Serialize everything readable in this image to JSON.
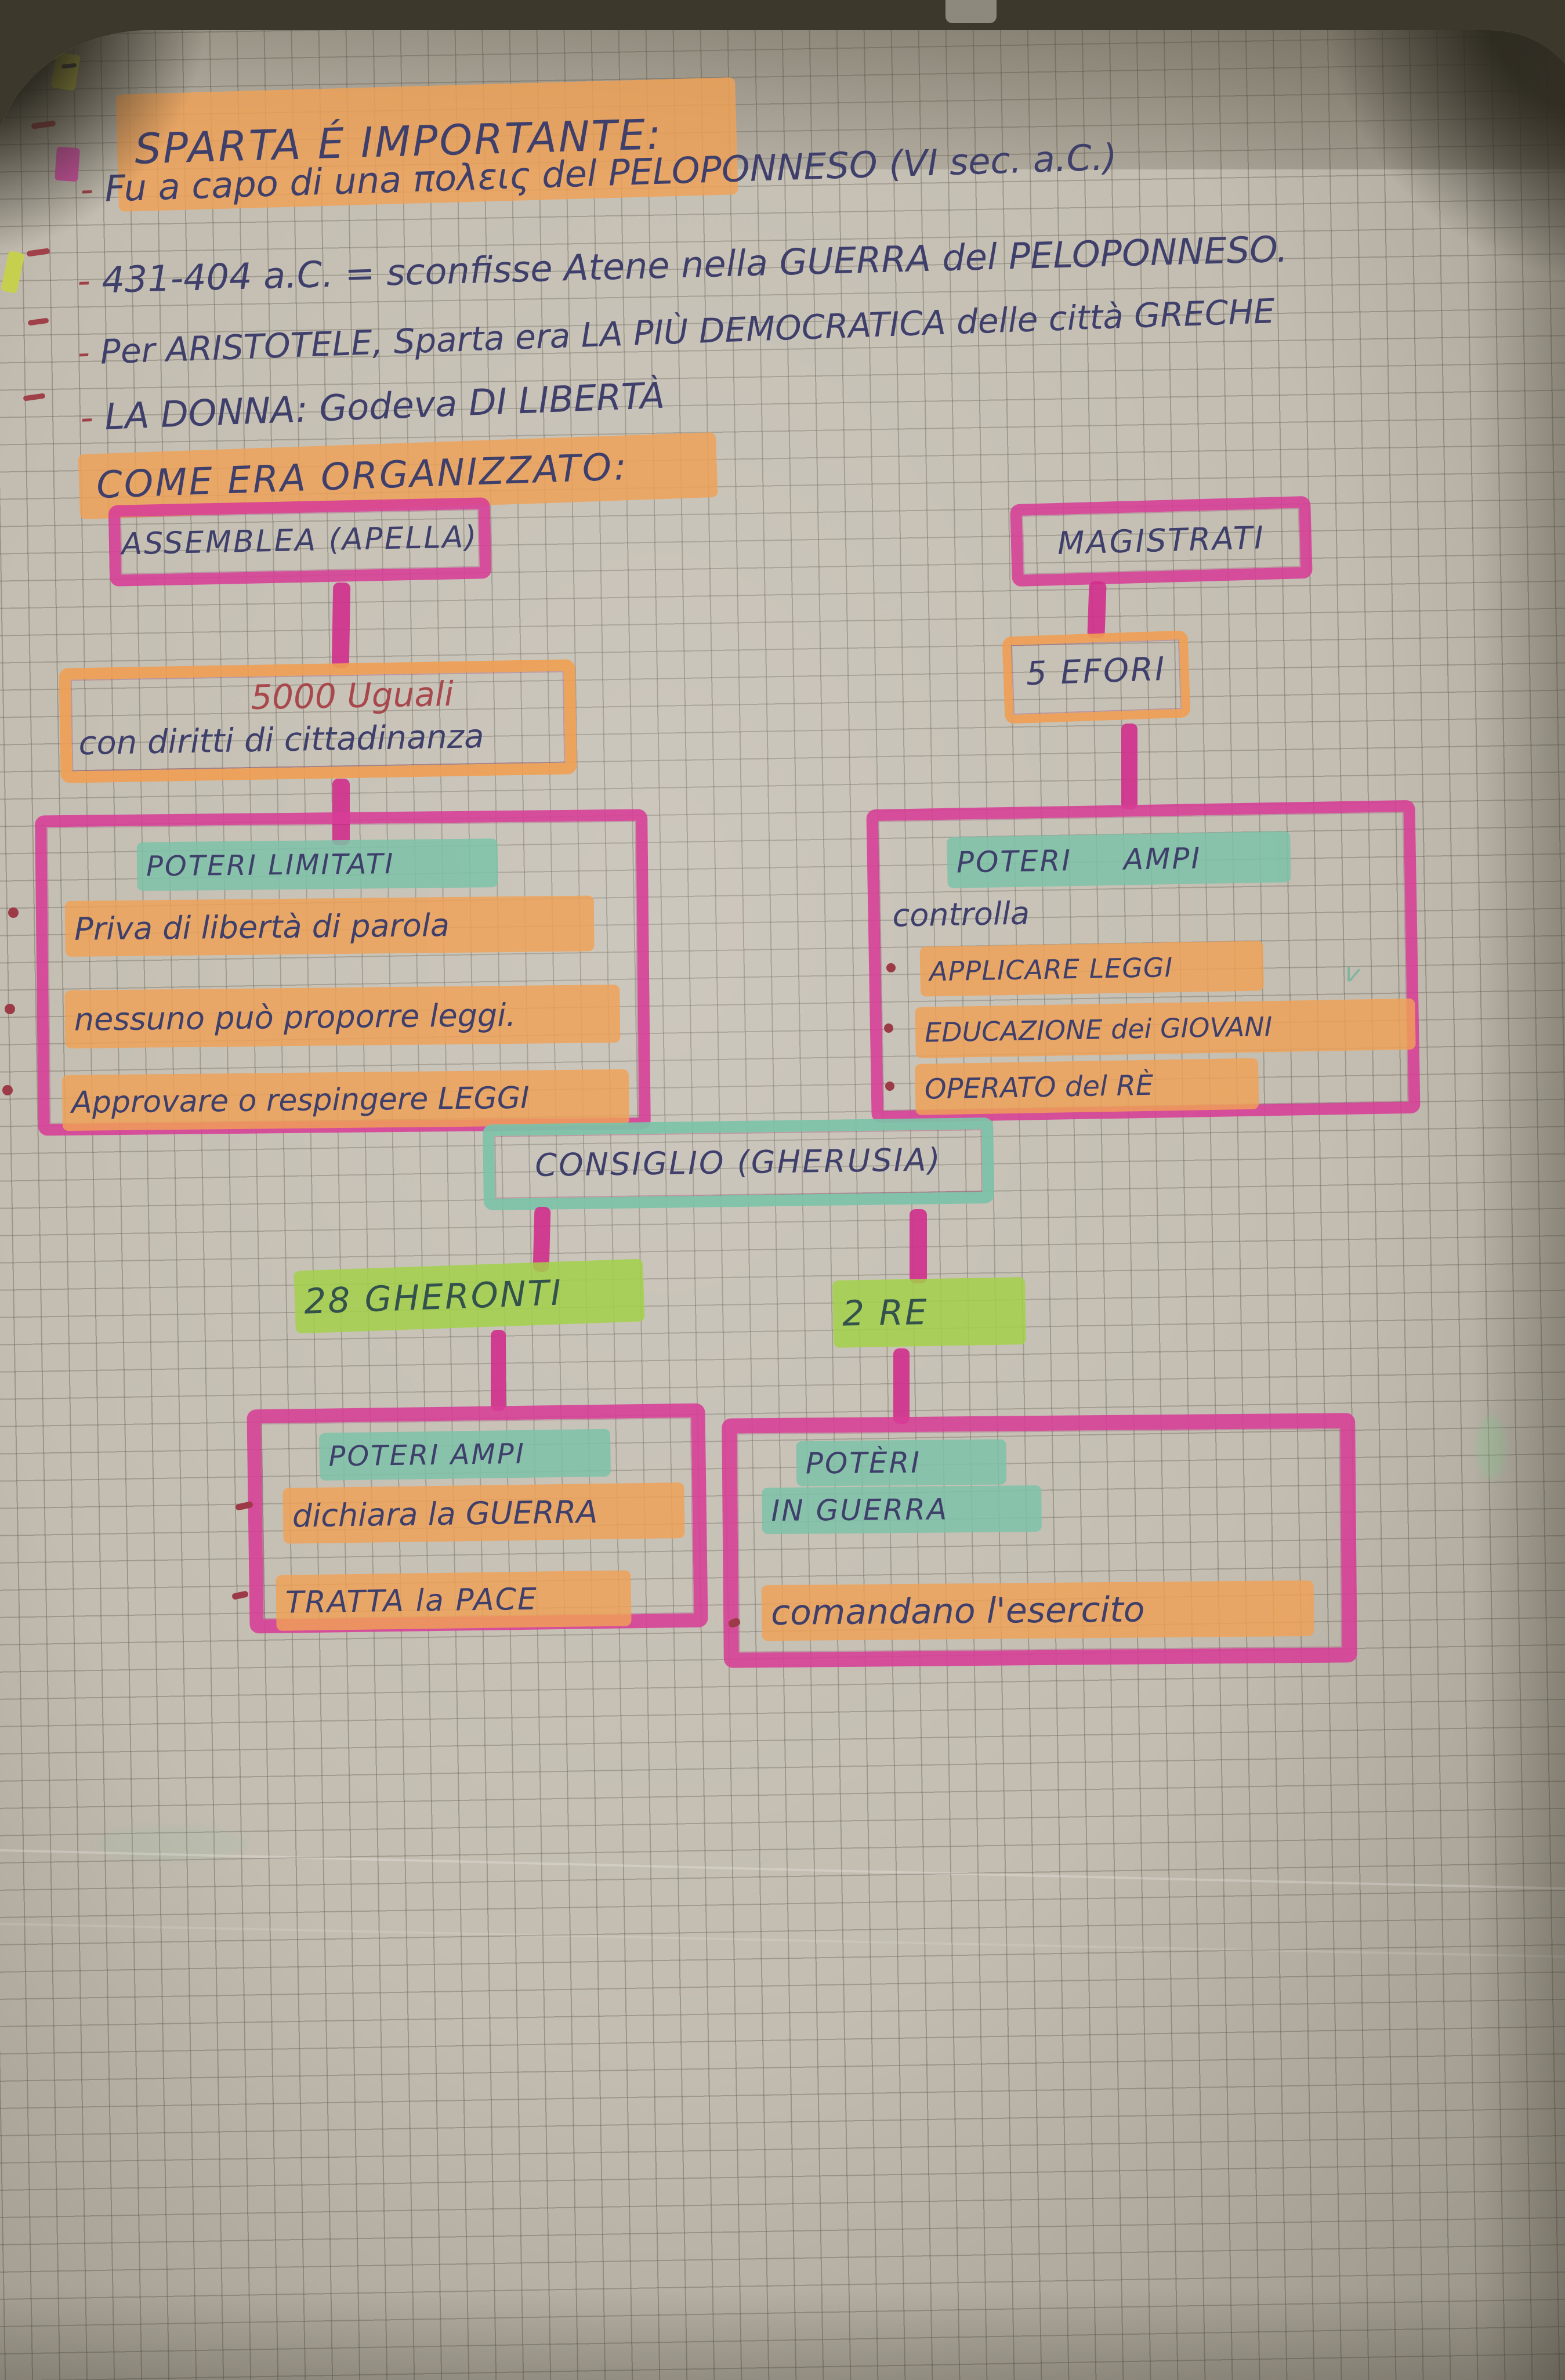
{
  "page": {
    "title": "SPARTA É IMPORTANTE:",
    "dash": "-",
    "bullets": [
      "Fu a capo di una πολεις del PELOPONNESO (VI sec. a.C.)",
      "431-404 a.C. = sconfisse Atene nella GUERRA del PELOPONNESO.",
      "Per ARISTOTELE, Sparta era LA PIÙ DEMOCRATICA delle città GRECHE",
      "LA DONNA: Godeva DI LIBERTÀ"
    ],
    "section_title": "COME ERA ORGANIZZATO:"
  },
  "diagram": {
    "assemblea": {
      "label": "ASSEMBLEA (APELLA)"
    },
    "assemblea_detail": {
      "line1": "5000 Uguali",
      "line2": "con diritti di cittadinanza"
    },
    "assemblea_poteri": {
      "title": "POTERI LIMITATI",
      "items": [
        "Priva di libertà di parola",
        "nessuno può proporre leggi.",
        "Approvare o respingere LEGGI"
      ]
    },
    "magistrati": {
      "label": "MAGISTRATI"
    },
    "efori": {
      "label": "5 EFORI"
    },
    "magistrati_poteri": {
      "title": "POTERI AMPI",
      "intro": "controlla",
      "items": [
        "APPLICARE LEGGI",
        "EDUCAZIONE dei GIOVANI",
        "OPERATO del RÈ"
      ]
    },
    "consiglio": {
      "label": "CONSIGLIO (GHERUSIA)"
    },
    "gheronti": {
      "label": "28 GHERONTI"
    },
    "re": {
      "label": "2 RE"
    },
    "gheronti_poteri": {
      "title": "POTERI AMPI",
      "items": [
        "dichiara la GUERRA",
        "TRATTA la PACE"
      ]
    },
    "re_poteri": {
      "title_line1": "POTÈRI",
      "title_line2": "IN GUERRA",
      "items": [
        "comandano l'esercito"
      ]
    }
  },
  "colors": {
    "pink_marker": "#d73d96",
    "orange_highlight": "#f0a156",
    "teal_highlight": "#7cc2a8",
    "green_highlight": "#a3d14a",
    "ink_blue": "#3f3f6b",
    "ink_red": "#a04048",
    "paper": "#c3bdb1"
  }
}
